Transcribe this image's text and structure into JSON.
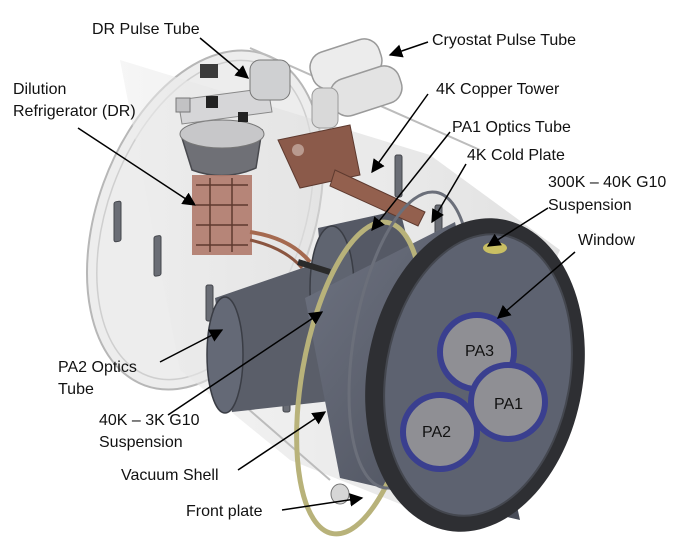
{
  "labels": {
    "dr_pulse_tube": "DR Pulse Tube",
    "cryostat_pulse_tube": "Cryostat Pulse Tube",
    "dilution_refrigerator_line1": "Dilution",
    "dilution_refrigerator_line2": "Refrigerator (DR)",
    "copper_tower_4k": "4K Copper Tower",
    "pa1_optics_tube": "PA1 Optics Tube",
    "cold_plate_4k": "4K Cold Plate",
    "suspension_300k_40k_line1": "300K – 40K G10",
    "suspension_300k_40k_line2": "Suspension",
    "window": "Window",
    "pa2_optics_tube_line1": "PA2 Optics",
    "pa2_optics_tube_line2": "Tube",
    "suspension_40k_3k_line1": "40K – 3K G10",
    "suspension_40k_3k_line2": "Suspension",
    "vacuum_shell": "Vacuum Shell",
    "front_plate": "Front plate"
  },
  "arrays": {
    "pa1": "PA1",
    "pa2": "PA2",
    "pa3": "PA3"
  },
  "colors": {
    "shell": "#5d6270",
    "front_plate": "#2e2f33",
    "array_ring": "#3a3f8f",
    "array_fill": "#8f8f94",
    "copper": "#8b5a4a",
    "g10": "#b8b27a"
  }
}
